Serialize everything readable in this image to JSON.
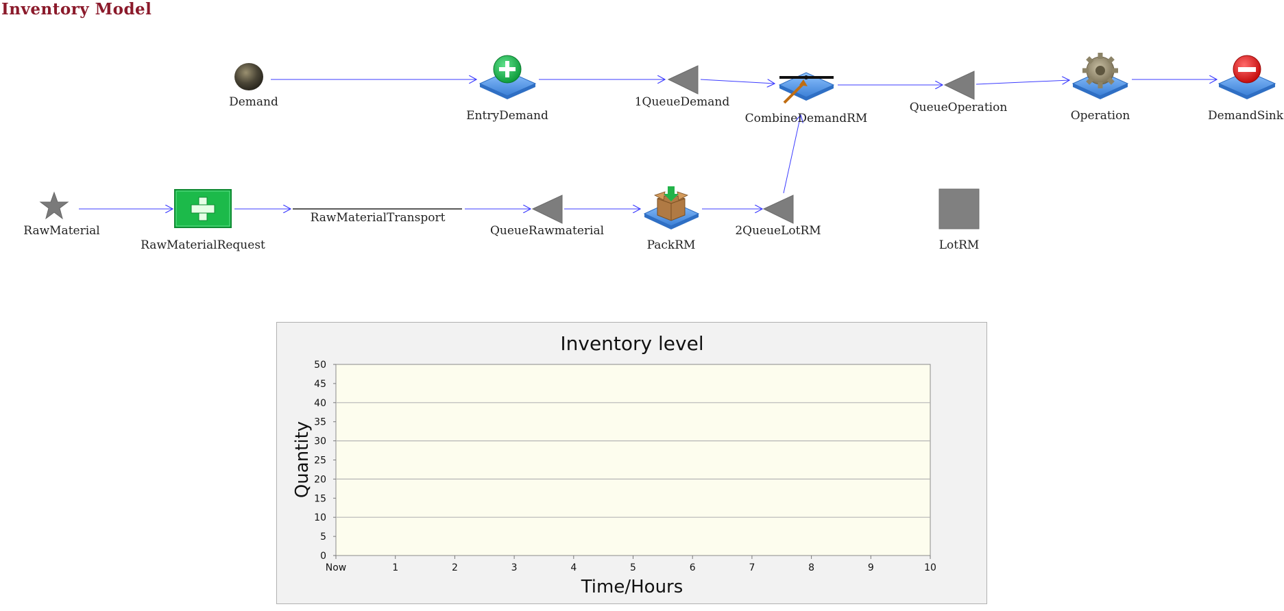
{
  "title": "Inventory Model",
  "nodes": {
    "demand": "Demand",
    "entry_demand": "EntryDemand",
    "queue_demand": "1QueueDemand",
    "combine": "CombineDemandRM",
    "queue_operation": "QueueOperation",
    "operation": "Operation",
    "demand_sink": "DemandSink",
    "raw_material": "RawMaterial",
    "raw_request": "RawMaterialRequest",
    "transport": "RawMaterialTransport",
    "queue_raw": "QueueRawmaterial",
    "pack": "PackRM",
    "queue_lot": "2QueueLotRM",
    "lot": "LotRM"
  },
  "colors": {
    "arrow": "#3b3bff",
    "title": "#8b1a2b",
    "plot_bg": "#fdfdee",
    "panel_bg": "#f2f2f2"
  },
  "chart_data": {
    "type": "line",
    "title": "Inventory level",
    "xlabel": "Time/Hours",
    "ylabel": "Quantity",
    "x_ticks": [
      "Now",
      "1",
      "2",
      "3",
      "4",
      "5",
      "6",
      "7",
      "8",
      "9",
      "10"
    ],
    "y_ticks": [
      "0",
      "5",
      "10",
      "15",
      "20",
      "25",
      "30",
      "35",
      "40",
      "45",
      "50"
    ],
    "xlim": [
      0,
      10
    ],
    "ylim": [
      0,
      50
    ],
    "grid": true,
    "series": []
  }
}
